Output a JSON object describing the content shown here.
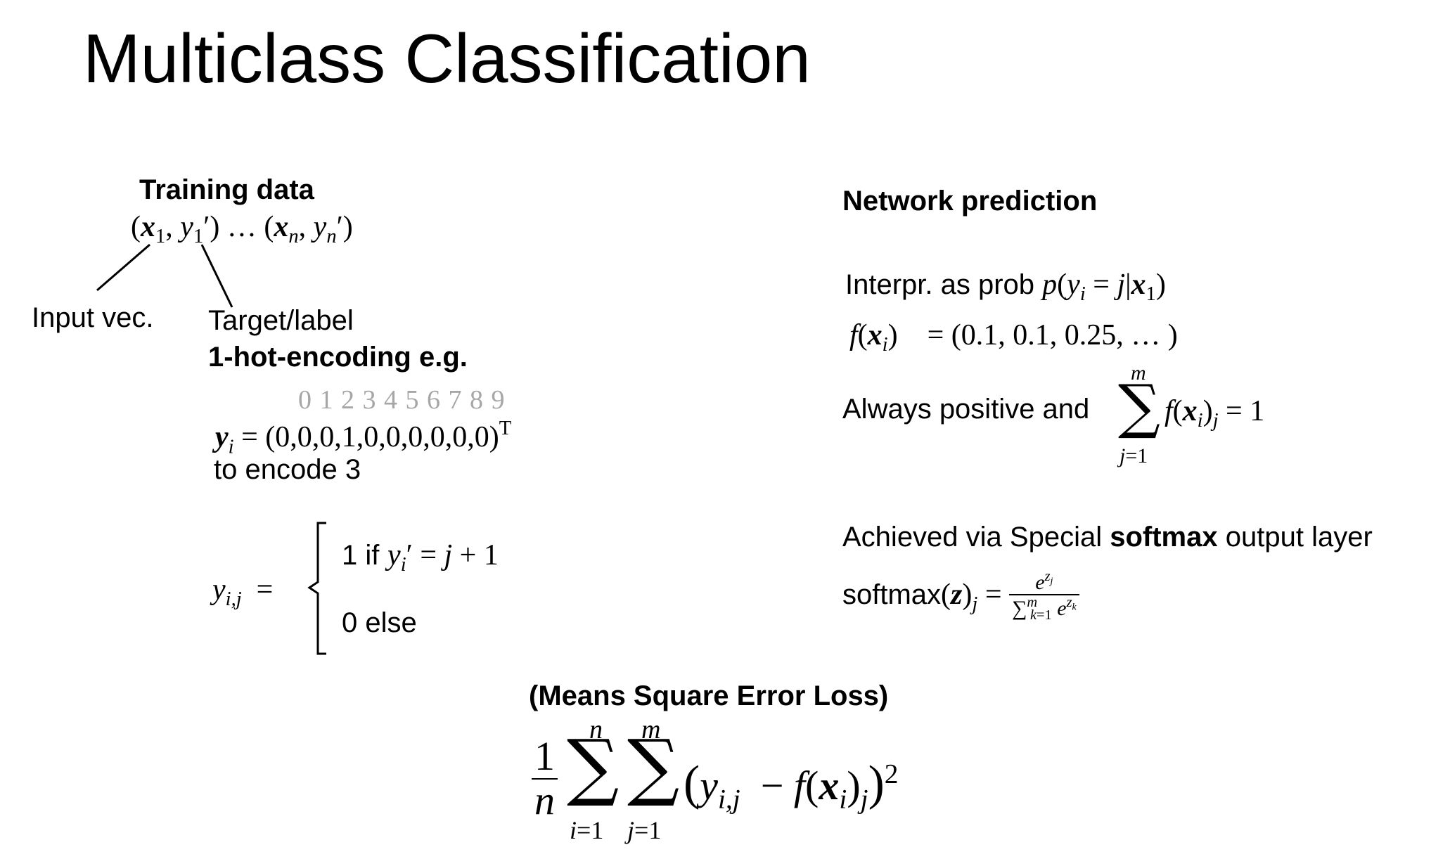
{
  "title": "Multiclass Classification",
  "training": {
    "heading": "Training data",
    "pairs_formula": "(x1, y1′) … (xn, yn′)",
    "input_label": "Input vec.",
    "target_label": "Target/label",
    "encoding_heading": "1-hot-encoding e.g.",
    "digit_indices": "0 1 2 3 4 5 6 7 8 9",
    "onehot_vector": "(0,0,0,1,0,0,0,0,0,0)",
    "transpose": "T",
    "encode_caption": "to encode 3",
    "case_one_text": "1 if",
    "case_zero": "0 else"
  },
  "prediction": {
    "heading": "Network prediction",
    "interp_text": "Interpr. as prob",
    "f_values": "= (0.1, 0.1, 0.25, … )",
    "always_positive_text": "Always positive and",
    "sum_equals": "= 1",
    "achieved_prefix": "Achieved via Special",
    "achieved_bold": "softmax",
    "achieved_suffix": "output layer",
    "softmax_name": "softmax"
  },
  "loss": {
    "heading": "(Means Square Error Loss)",
    "one": "1",
    "n": "n",
    "exponent": "2"
  }
}
